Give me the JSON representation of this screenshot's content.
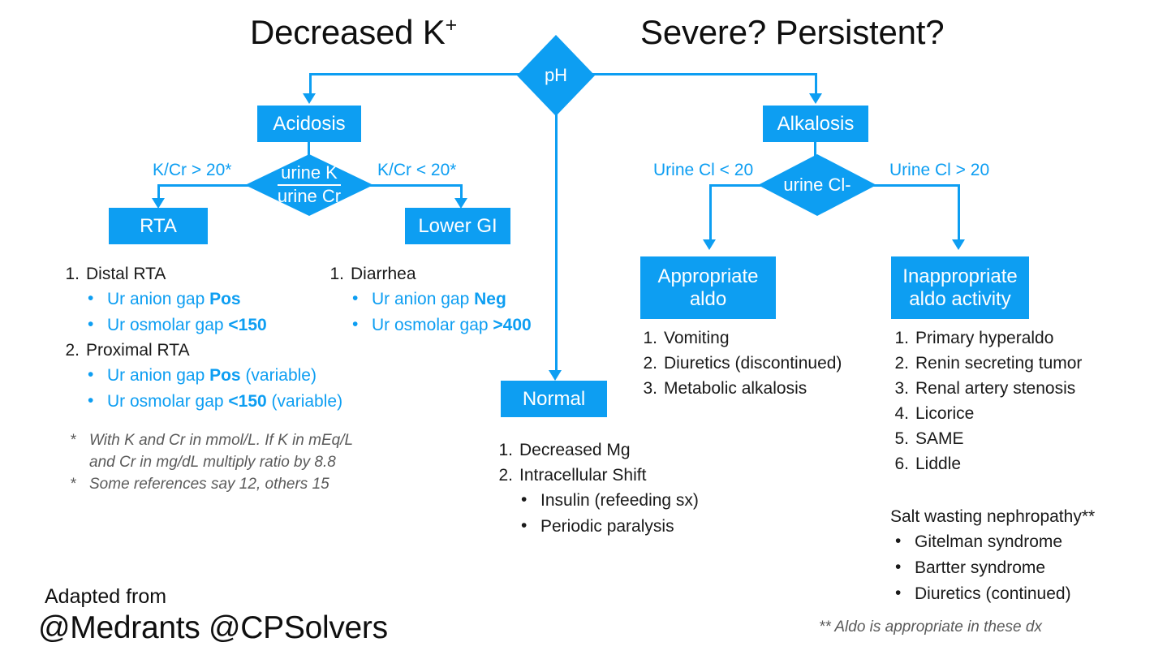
{
  "titles": {
    "left": "Decreased K",
    "left_sup": "+",
    "right": "Severe? Persistent?"
  },
  "nodes": {
    "ph": "pH",
    "acidosis": "Acidosis",
    "alkalosis": "Alkalosis",
    "urine_k_num": "urine K",
    "urine_k_den": "urine Cr",
    "urine_cl": "urine Cl-",
    "rta": "RTA",
    "lower_gi": "Lower GI",
    "normal": "Normal",
    "appropriate_aldo": "Appropriate\naldo",
    "appropriate_aldo_l1": "Appropriate",
    "appropriate_aldo_l2": "aldo",
    "inappropriate_aldo_l1": "Inappropriate",
    "inappropriate_aldo_l2": "aldo activity"
  },
  "edge_labels": {
    "kcr_gt_20": "K/Cr > 20*",
    "kcr_lt_20": "K/Cr < 20*",
    "urine_cl_lt_20": "Urine Cl < 20",
    "urine_cl_gt_20": "Urine Cl > 20"
  },
  "rta_list": {
    "items": [
      {
        "marker": "1.",
        "label": "Distal RTA",
        "subs": [
          {
            "text": "Ur anion gap ",
            "bold": "Pos",
            "tail": ""
          },
          {
            "text": "Ur osmolar gap ",
            "bold": "<150",
            "tail": ""
          }
        ]
      },
      {
        "marker": "2.",
        "label": "Proximal RTA",
        "subs": [
          {
            "text": "Ur anion gap ",
            "bold": "Pos",
            "tail": " (variable)"
          },
          {
            "text": "Ur osmolar gap ",
            "bold": "<150",
            "tail": " (variable)"
          }
        ]
      }
    ],
    "footnotes": [
      {
        "star": "*",
        "line1": "With K and Cr in mmol/L. If K in mEq/L",
        "line2": "and Cr in mg/dL multiply ratio by 8.8"
      },
      {
        "star": "*",
        "line1": "Some references say 12, others 15",
        "line2": ""
      }
    ]
  },
  "diarrhea_list": {
    "items": [
      {
        "marker": "1.",
        "label": "Diarrhea",
        "subs": [
          {
            "text": "Ur anion gap ",
            "bold": "Neg",
            "tail": ""
          },
          {
            "text": "Ur osmolar gap ",
            "bold": ">400",
            "tail": ""
          }
        ]
      }
    ]
  },
  "normal_list": {
    "items": [
      {
        "marker": "1.",
        "label": "Decreased Mg",
        "subs": []
      },
      {
        "marker": "2.",
        "label": "Intracellular Shift",
        "subs": [
          {
            "text": "Insulin (refeeding sx)",
            "bold": "",
            "tail": ""
          },
          {
            "text": "Periodic paralysis",
            "bold": "",
            "tail": ""
          }
        ]
      }
    ]
  },
  "appropriate_aldo_list": {
    "items": [
      {
        "marker": "1.",
        "label": "Vomiting"
      },
      {
        "marker": "2.",
        "label": "Diuretics (discontinued)"
      },
      {
        "marker": "3.",
        "label": "Metabolic alkalosis"
      }
    ]
  },
  "inappropriate_aldo_list": {
    "items": [
      {
        "marker": "1.",
        "label": "Primary hyperaldo"
      },
      {
        "marker": "2.",
        "label": "Renin secreting tumor"
      },
      {
        "marker": "3.",
        "label": "Renal artery stenosis"
      },
      {
        "marker": "4.",
        "label": "Licorice"
      },
      {
        "marker": "5.",
        "label": "SAME"
      },
      {
        "marker": "6.",
        "label": "Liddle"
      }
    ]
  },
  "salt_wasting": {
    "heading": "Salt wasting nephropathy**",
    "items": [
      "Gitelman syndrome",
      "Bartter syndrome",
      "Diuretics (continued)"
    ]
  },
  "footnote_right": "** Aldo is appropriate in these dx",
  "attribution": {
    "line1": "Adapted from",
    "line2": "@Medrants @CPSolvers"
  },
  "colors": {
    "accent_blue": "#0d9ef2",
    "text_black": "#1a1a1a",
    "footnote_gray": "#5a5a5a"
  },
  "bullet_glyph": "•",
  "star_glyph": "*"
}
